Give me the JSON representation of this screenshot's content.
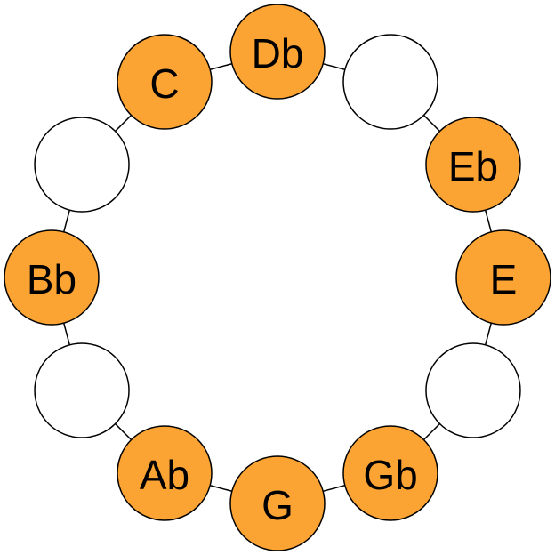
{
  "colors": {
    "active": "#FBA333",
    "inactive": "#FFFFFF",
    "stroke": "#000000"
  },
  "notes": [
    {
      "label": "Db",
      "active": true
    },
    {
      "label": "",
      "active": false
    },
    {
      "label": "Eb",
      "active": true
    },
    {
      "label": "E",
      "active": true
    },
    {
      "label": "",
      "active": false
    },
    {
      "label": "Gb",
      "active": true
    },
    {
      "label": "G",
      "active": true
    },
    {
      "label": "Ab",
      "active": true
    },
    {
      "label": "",
      "active": false
    },
    {
      "label": "Bb",
      "active": true
    },
    {
      "label": "",
      "active": false
    },
    {
      "label": "C",
      "active": true
    }
  ]
}
